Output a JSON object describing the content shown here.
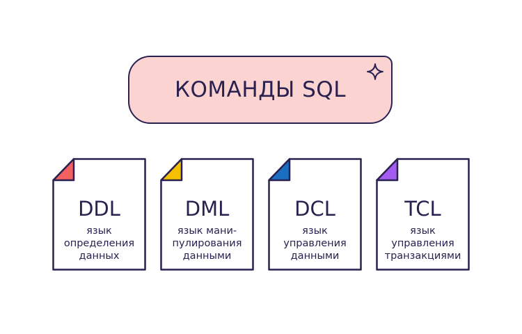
{
  "header": {
    "title": "КОМАНДЫ SQL",
    "icon": "sparkle-icon"
  },
  "colors": {
    "ink": "#2a2150",
    "header_bg": "#fbd4d2"
  },
  "cards": [
    {
      "title": "DDL",
      "lines": [
        "язык",
        "определения",
        "данных"
      ],
      "color": "#f2605f"
    },
    {
      "title": "DML",
      "lines": [
        "язык мани-",
        "пулирования",
        "данными"
      ],
      "color": "#f5c000"
    },
    {
      "title": "DCL",
      "lines": [
        "язык",
        "управления",
        "данными"
      ],
      "color": "#1a6fc0"
    },
    {
      "title": "TCL",
      "lines": [
        "язык",
        "управления",
        "транзакциями"
      ],
      "color": "#a45cf0"
    }
  ]
}
